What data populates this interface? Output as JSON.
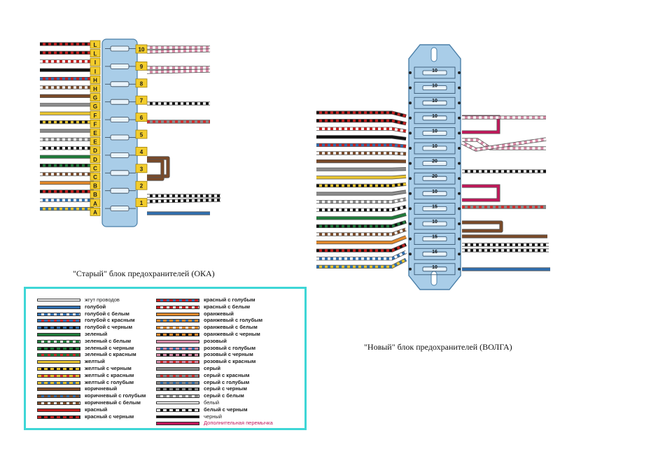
{
  "captions": {
    "old_block": "\"Старый\" блок предохранителей (ОКА)",
    "new_block": "\"Новый\" блок предохранителей (ВОЛГА)"
  },
  "old_block": {
    "left_letters": [
      "L",
      "L",
      "I",
      "I",
      "H",
      "H",
      "G",
      "G",
      "F",
      "F",
      "E",
      "E",
      "D",
      "D",
      "C",
      "C",
      "B",
      "B",
      "A",
      "A"
    ],
    "right_numbers": [
      "10",
      "9",
      "8",
      "7",
      "6",
      "5",
      "4",
      "3",
      "2",
      "1"
    ]
  },
  "new_block": {
    "fuse_ratings": [
      "10",
      "10",
      "10",
      "10",
      "10",
      "10",
      "20",
      "20",
      "10",
      "15",
      "10",
      "15",
      "16",
      "10"
    ]
  },
  "colors": {
    "fuse_block_blue": "#a9cde8",
    "terminal_yellow": "#f3cd2c",
    "jumper_magenta": "#c2185b",
    "legend_border": "#3ed6d6"
  },
  "legend": {
    "left": [
      {
        "label": "жгут проводов",
        "base": "#ffffff",
        "stripe": "",
        "thin": true
      },
      {
        "label": "голубой",
        "base": "#2f6fb0",
        "stripe": ""
      },
      {
        "label": "голубой с белым",
        "base": "#2f6fb0",
        "stripe": "#ffffff"
      },
      {
        "label": "голубой с красным",
        "base": "#2f6fb0",
        "stripe": "#d42a2a"
      },
      {
        "label": "голубой с черным",
        "base": "#2f6fb0",
        "stripe": "#111111"
      },
      {
        "label": "зеленый",
        "base": "#1f7a3a",
        "stripe": ""
      },
      {
        "label": "зеленый с белым",
        "base": "#1f7a3a",
        "stripe": "#ffffff"
      },
      {
        "label": "зеленый с черным",
        "base": "#1f7a3a",
        "stripe": "#111111"
      },
      {
        "label": "зеленый с красным",
        "base": "#1f7a3a",
        "stripe": "#d42a2a"
      },
      {
        "label": "желтый",
        "base": "#e8c430",
        "stripe": ""
      },
      {
        "label": "желтый с черным",
        "base": "#e8c430",
        "stripe": "#111111"
      },
      {
        "label": "желтый с красным",
        "base": "#e8c430",
        "stripe": "#d42a2a"
      },
      {
        "label": "желтый с голубым",
        "base": "#e8c430",
        "stripe": "#2f6fb0"
      },
      {
        "label": "коричневый",
        "base": "#7a4a28",
        "stripe": ""
      },
      {
        "label": "коричневый с голубым",
        "base": "#7a4a28",
        "stripe": "#2f6fb0"
      },
      {
        "label": "коричневый с белым",
        "base": "#7a4a28",
        "stripe": "#ffffff"
      },
      {
        "label": "красный",
        "base": "#c62020",
        "stripe": ""
      },
      {
        "label": "красный с черным",
        "base": "#c62020",
        "stripe": "#111111"
      }
    ],
    "right": [
      {
        "label": "красный с голубым",
        "base": "#c62020",
        "stripe": "#2f6fb0"
      },
      {
        "label": "красный с белым",
        "base": "#c62020",
        "stripe": "#ffffff"
      },
      {
        "label": "оранжевый",
        "base": "#e3892b",
        "stripe": ""
      },
      {
        "label": "оранжевый с голубым",
        "base": "#e3892b",
        "stripe": "#2f6fb0"
      },
      {
        "label": "оранжевый с белым",
        "base": "#e3892b",
        "stripe": "#ffffff"
      },
      {
        "label": "оранжевый с черным",
        "base": "#e3892b",
        "stripe": "#111111"
      },
      {
        "label": "розовый",
        "base": "#d98ca8",
        "stripe": ""
      },
      {
        "label": "розовый с голубым",
        "base": "#d98ca8",
        "stripe": "#2f6fb0"
      },
      {
        "label": "розовый с черным",
        "base": "#d98ca8",
        "stripe": "#111111"
      },
      {
        "label": "розовый с красным",
        "base": "#d98ca8",
        "stripe": "#d42a2a"
      },
      {
        "label": "серый",
        "base": "#8c8c8c",
        "stripe": ""
      },
      {
        "label": "серый с красным",
        "base": "#8c8c8c",
        "stripe": "#d42a2a"
      },
      {
        "label": "серый с голубым",
        "base": "#8c8c8c",
        "stripe": "#2f6fb0"
      },
      {
        "label": "серый с черным",
        "base": "#8c8c8c",
        "stripe": "#111111"
      },
      {
        "label": "серый с белым",
        "base": "#8c8c8c",
        "stripe": "#ffffff"
      },
      {
        "label": "белый",
        "base": "#ffffff",
        "stripe": "",
        "thin": true
      },
      {
        "label": "белый с черным",
        "base": "#ffffff",
        "stripe": "#111111"
      },
      {
        "label": "черный",
        "base": "#111111",
        "stripe": "",
        "thin": true
      },
      {
        "label": "Дополнительная перемычка",
        "base": "#c2185b",
        "stripe": "",
        "red": true
      }
    ]
  },
  "wires": {
    "old_left": [
      {
        "base": "#c62020",
        "stripe": "#111111"
      },
      {
        "base": "#c62020",
        "stripe": "#111111"
      },
      {
        "base": "#c62020",
        "stripe": "#ffffff"
      },
      {
        "base": "#111111",
        "stripe": ""
      },
      {
        "base": "#c62020",
        "stripe": "#2f6fb0"
      },
      {
        "base": "#7a4a28",
        "stripe": "#ffffff"
      },
      {
        "base": "#7a4a28",
        "stripe": ""
      },
      {
        "base": "#8c8c8c",
        "stripe": ""
      },
      {
        "base": "#e8c430",
        "stripe": ""
      },
      {
        "base": "#e8c430",
        "stripe": "#111111"
      },
      {
        "base": "#8c8c8c",
        "stripe": ""
      },
      {
        "base": "#8c8c8c",
        "stripe": "#ffffff"
      },
      {
        "base": "#111111",
        "stripe": "#ffffff"
      },
      {
        "base": "#1f7a3a",
        "stripe": ""
      },
      {
        "base": "#1f7a3a",
        "stripe": "#111111"
      },
      {
        "base": "#7a4a28",
        "stripe": "#ffffff"
      },
      {
        "base": "#e3892b",
        "stripe": ""
      },
      {
        "base": "#c62020",
        "stripe": "#111111"
      },
      {
        "base": "#2f6fb0",
        "stripe": "#ffffff"
      },
      {
        "base": "#e8c430",
        "stripe": "#2f6fb0"
      }
    ],
    "old_right": [
      {
        "base": "#d98ca8",
        "stripe": "#ffffff"
      },
      {
        "base": "#d98ca8",
        "stripe": "#ffffff"
      },
      {
        "base": "",
        "stripe": ""
      },
      {
        "base": "#111111",
        "stripe": "#ffffff"
      },
      {
        "base": "#8c8c8c",
        "stripe": "#d42a2a"
      },
      {
        "base": "",
        "stripe": ""
      },
      {
        "base": "#7a4a28",
        "stripe": ""
      },
      {
        "base": "#7a4a28",
        "stripe": ""
      },
      {
        "base": "#111111",
        "stripe": "#ffffff"
      },
      {
        "base": "#2f6fb0",
        "stripe": ""
      }
    ],
    "new_left": [
      {
        "base": "#c62020",
        "stripe": "#111111"
      },
      {
        "base": "#c62020",
        "stripe": "#111111"
      },
      {
        "base": "#c62020",
        "stripe": "#ffffff"
      },
      {
        "base": "#111111",
        "stripe": ""
      },
      {
        "base": "#c62020",
        "stripe": "#2f6fb0"
      },
      {
        "base": "#7a4a28",
        "stripe": "#ffffff"
      },
      {
        "base": "#7a4a28",
        "stripe": ""
      },
      {
        "base": "#8c8c8c",
        "stripe": ""
      },
      {
        "base": "#e8c430",
        "stripe": ""
      },
      {
        "base": "#e8c430",
        "stripe": "#111111"
      },
      {
        "base": "#8c8c8c",
        "stripe": ""
      },
      {
        "base": "#8c8c8c",
        "stripe": "#ffffff"
      },
      {
        "base": "#111111",
        "stripe": "#ffffff"
      },
      {
        "base": "#1f7a3a",
        "stripe": ""
      },
      {
        "base": "#1f7a3a",
        "stripe": "#111111"
      },
      {
        "base": "#7a4a28",
        "stripe": "#ffffff"
      },
      {
        "base": "#e3892b",
        "stripe": ""
      },
      {
        "base": "#c62020",
        "stripe": "#111111"
      },
      {
        "base": "#2f6fb0",
        "stripe": "#ffffff"
      },
      {
        "base": "#e8c430",
        "stripe": "#2f6fb0"
      }
    ],
    "new_right": [
      {
        "base": "#d98ca8",
        "stripe": "#ffffff"
      },
      {
        "base": "#d98ca8",
        "stripe": "#ffffff"
      },
      {
        "base": "#111111",
        "stripe": "#ffffff"
      },
      {
        "base": "#8c8c8c",
        "stripe": "#d42a2a"
      },
      {
        "base": "#7a4a28",
        "stripe": ""
      },
      {
        "base": "#7a4a28",
        "stripe": ""
      },
      {
        "base": "#111111",
        "stripe": "#ffffff"
      },
      {
        "base": "#2f6fb0",
        "stripe": ""
      }
    ]
  }
}
